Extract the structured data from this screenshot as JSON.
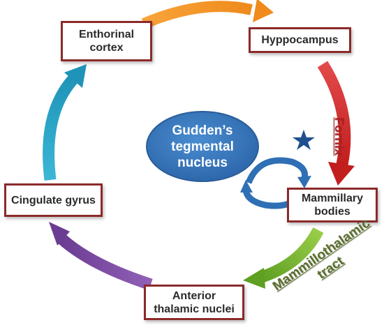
{
  "nodes": {
    "entorhinal": [
      "Enthorinal",
      "cortex"
    ],
    "hippocampus": "Hyppocampus",
    "mammillary": [
      "Mammillary",
      "bodies"
    ],
    "anterior": [
      "Anterior",
      "thalamic nuclei"
    ],
    "cingulate": "Cingulate gyrus",
    "gudden": [
      "Gudden’s",
      "tegmental",
      "nucleus"
    ]
  },
  "tract_labels": {
    "fornix": "Fornix",
    "mammillothalamic": [
      "Mammillothalamic",
      "tract"
    ]
  },
  "colors": {
    "box_border": "#8b2a2a",
    "arrow_top": "#f08a1c",
    "arrow_right": "#d42a2a",
    "arrow_bottom_right": "#7cb82f",
    "arrow_bottom_left": "#7a4aa0",
    "arrow_left": "#2fa8c8",
    "gudden_fill": "#2f6fb5",
    "star": "#1f4f8f"
  }
}
